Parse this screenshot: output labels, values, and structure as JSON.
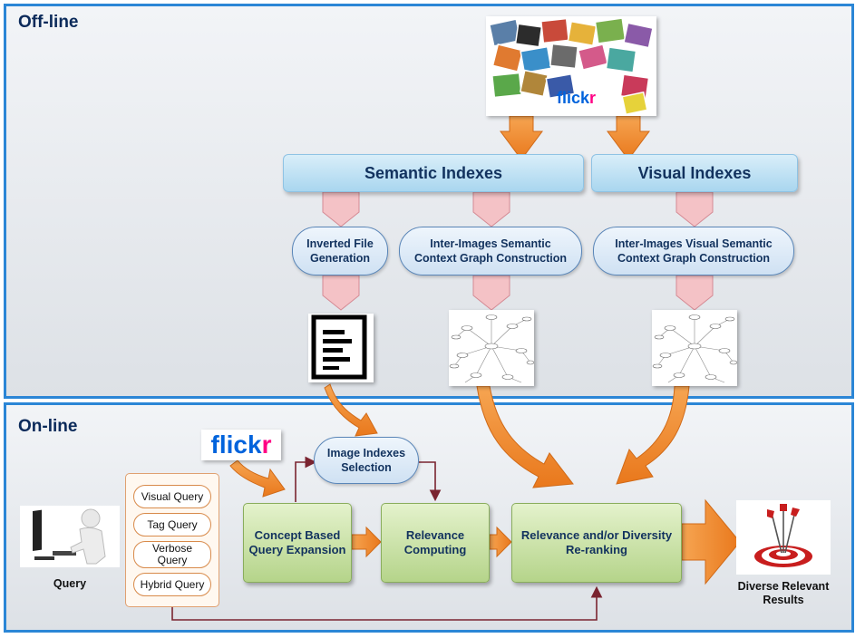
{
  "panels": {
    "offline_title": "Off-line",
    "online_title": "On-line"
  },
  "offline": {
    "semantic_indexes": "Semantic Indexes",
    "visual_indexes": "Visual Indexes",
    "inverted_file": "Inverted File Generation",
    "inter_semantic": "Inter-Images Semantic Context Graph Construction",
    "inter_visual": "Inter-Images  Visual Semantic Context Graph Construction",
    "flickr_logo": "flickr"
  },
  "online": {
    "flickr_logo": "flickr",
    "image_indexes_selection": "Image Indexes Selection",
    "queries": [
      "Visual Query",
      "Tag Query",
      "Verbose Query",
      "Hybrid Query"
    ],
    "concept_expansion": "Concept Based Query Expansion",
    "relevance_computing": "Relevance Computing",
    "reranking": "Relevance and/or Diversity Re-ranking",
    "query_label": "Query",
    "results_label": "Diverse Relevant Results"
  },
  "colors": {
    "panel_border": "#2b86d6",
    "arrow_orange": "#f08a2a",
    "arrow_pink": "#f4c2c6",
    "connector": "#7a2430"
  }
}
